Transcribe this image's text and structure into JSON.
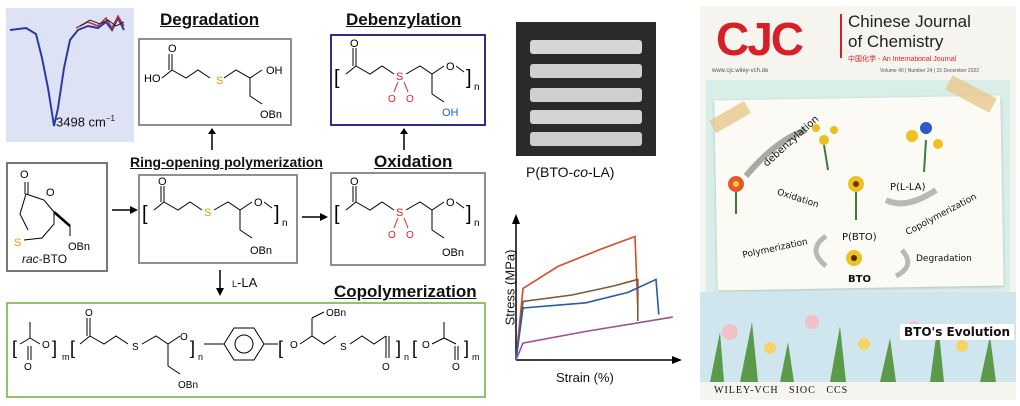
{
  "ir": {
    "label": "3498 cm",
    "superscript": "−1"
  },
  "sections": {
    "degradation": "Degradation",
    "debenzylation": "Debenzylation",
    "rop": "Ring-opening polymerization",
    "oxidation": "Oxidation",
    "copolymerization": "Copolymerization"
  },
  "monomer": {
    "name_italic": "rac",
    "name_rest": "-BTO"
  },
  "reagent": {
    "prefix": "L",
    "rest": "-LA"
  },
  "chem": {
    "HO": "HO",
    "OH": "OH",
    "OBn": "OBn",
    "O": "O",
    "S": "S",
    "n": "n",
    "m": "m"
  },
  "photo": {
    "label_pre": "P(BTO-",
    "label_italic": "co",
    "label_post": "-LA)"
  },
  "stress_chart": {
    "ylabel": "Stress (MPa)",
    "xlabel": "Strain (%)"
  },
  "chart_data": {
    "type": "line",
    "title": "",
    "xlabel": "Strain (%)",
    "ylabel": "Stress (MPa)",
    "series": [
      {
        "color": "#d94a2b",
        "values": [
          [
            0,
            0
          ],
          [
            0.05,
            0.55
          ],
          [
            0.3,
            0.72
          ],
          [
            0.6,
            0.85
          ],
          [
            0.85,
            0.95
          ],
          [
            0.87,
            0.4
          ]
        ]
      },
      {
        "color": "#7a5a3a",
        "values": [
          [
            0,
            0
          ],
          [
            0.05,
            0.45
          ],
          [
            0.4,
            0.5
          ],
          [
            0.7,
            0.57
          ],
          [
            0.87,
            0.62
          ],
          [
            0.87,
            0.3
          ]
        ]
      },
      {
        "color": "#2a5aa8",
        "values": [
          [
            0,
            0
          ],
          [
            0.05,
            0.4
          ],
          [
            0.5,
            0.44
          ],
          [
            0.8,
            0.52
          ],
          [
            1.0,
            0.62
          ],
          [
            1.02,
            0.35
          ]
        ]
      },
      {
        "color": "#a0508a",
        "values": [
          [
            0,
            0
          ],
          [
            0.05,
            0.13
          ],
          [
            0.5,
            0.22
          ],
          [
            1.12,
            0.33
          ]
        ]
      }
    ]
  },
  "cover": {
    "logo": "CJC",
    "journal_line1": "Chinese Journal",
    "journal_line2": "of Chemistry",
    "subtitle_cn": "中国化学",
    "subtitle_en": "- An International Journal",
    "url": "www.cjc.wiley-vch.de",
    "issue": "Volume 40 | Number 24 | 15 December 2022",
    "labels": {
      "debenzylation": "debenzylation",
      "oxidation": "Oxidation",
      "pla": "P(L-LA)",
      "pbto": "P(BTO)",
      "copolymerization": "Copolymerization",
      "polymerization": "Polymerization",
      "degradation": "Degradation",
      "bto": "BTO",
      "evolution": "BTO's Evolution"
    },
    "publishers": "WILEY-VCH   SIOC   CCS"
  }
}
